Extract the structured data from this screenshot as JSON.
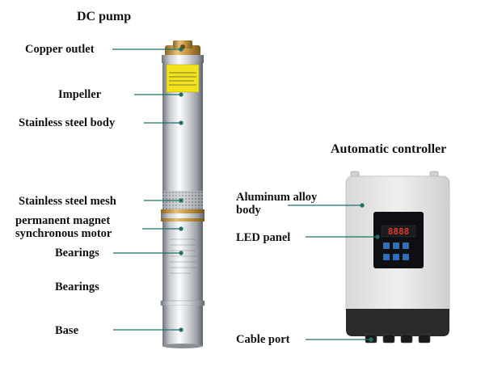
{
  "pump": {
    "title": "DC pump",
    "labels": {
      "copper_outlet": "Copper outlet",
      "impeller": "Impeller",
      "stainless_body": "Stainless steel body",
      "stainless_mesh": "Stainless steel mesh",
      "motor_line1": "permanent magnet",
      "motor_line2": "synchronous motor",
      "bearings_upper": "Bearings",
      "bearings_lower": "Bearings",
      "base": "Base"
    }
  },
  "controller": {
    "title": "Automatic controller",
    "labels": {
      "body_line1": "Aluminum alloy",
      "body_line2": "body",
      "led_panel": "LED panel",
      "cable_port": "Cable port"
    },
    "display_digits": "8888"
  },
  "colors": {
    "leader_line": "#1f6f6a",
    "steel_light": "#eef0f2",
    "steel_dark": "#7c8288",
    "brass": "#c99a45",
    "warning_label": "#f2e21a",
    "controller_body": "#e8e8e6",
    "controller_base": "#2a2a2a",
    "led_panel_bg": "#0d0f12",
    "led_button": "#2f6fb6",
    "led_digit": "#e23a2a"
  }
}
